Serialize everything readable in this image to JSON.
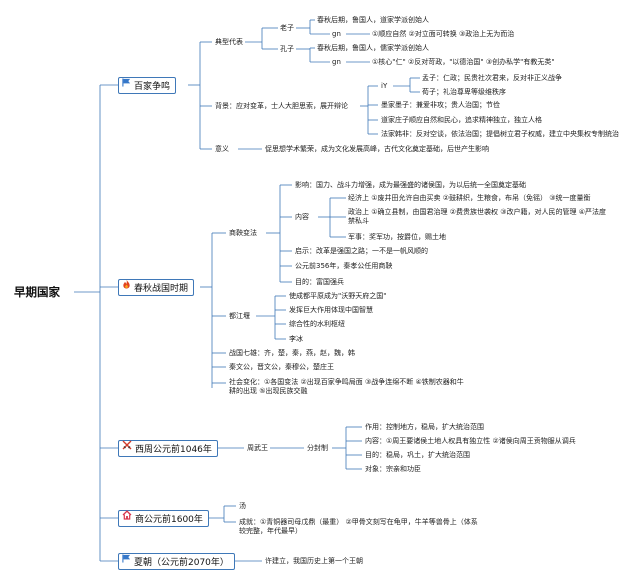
{
  "root": "早期国家",
  "colors": {
    "line": "#3f78b8",
    "flag": "#3577c9",
    "fire": "#e2421e",
    "sword": "#d23c2c",
    "house": "#d8364d"
  },
  "bai": {
    "title": "百家争鸣",
    "icon": "flag-icon",
    "rep": "典型代表",
    "laozi": "老子",
    "laozi_a": "春秋后期，鲁国人，道家学派创始人",
    "gn": "gn",
    "laozi_b": "①顺应自然 ②对立面可转换 ③政治上无为而治",
    "kongzi": "孔子",
    "kongzi_a": "春秋后期，鲁国人，儒家学派创始人",
    "kongzi_b": "①核心\"仁\" ②反对苛政，\"以德治国\" ③创办私学\"有教无类\"",
    "bg": "背景：应对变革，士人大胆思索，展开辩论",
    "iy": "iY",
    "mengzi": "孟子：仁政；民贵社次君来，反对非正义战争",
    "xunzi": "荀子；礼治尊卑等级维秩序",
    "mojia": "墨家墨子：兼爱非攻；贵人治国；节俭",
    "daojia": "道家庄子顺应自然和民心，追求精神独立，独立人格",
    "fajia": "法家韩非：反对空谈，依法治国；提倡树立君子权威，建立中央集权专制统治",
    "yiyi": "意义",
    "yiyi_t": "促思想学术繁荣，成为文化发展高峰，古代文化奠定基础，后世产生影响"
  },
  "chunqiu": {
    "title": "春秋战国时期",
    "icon": "fire-icon",
    "shang": "商鞅变法",
    "yingxiang": "影响：国力、战斗力增强，成为最强盛的诸侯国，为以后统一全国奠定基础",
    "neirong": "内容",
    "jingji": "经济上 ①废井田允许自由买卖 ②鼓耕织，生粮食，布帛（免徭） ③统一度量衡",
    "zhengzhi": "政治上 ①确立县制，由国君治理 ②费贵族世袭权 ③改户籍，对人民的管理 ④严法度禁私斗",
    "junshi": "军事：奖军功，按爵位，赐土地",
    "qishi": "启示：改革是强国之路；一不是一帆风顺的",
    "nian": "公元前356年，秦孝公任用商鞅",
    "mudi": "目的：富国强兵",
    "dujiang": "都江堰",
    "dj1": "使成都平原成为\"沃野天府之国\"",
    "dj2": "发挥巨大作用体现中国智慧",
    "dj3": "综合性的水利枢纽",
    "dj4": "李冰",
    "qixiong": "战国七雄：齐，楚，秦，燕，赵，魏，韩",
    "wuba": "秦文公，晋文公，秦穆公，楚庄王",
    "shehui": "社会变化：①各国变法 ②出现百家争鸣局面 ③战争连绵不断 ④铁制农器和牛耕的出现 ⑤出现民族交融"
  },
  "xizhou": {
    "title": "西周公元前1046年",
    "icon": "crossed-swords-icon",
    "wuwang": "周武王",
    "fenfeng": "分封制",
    "zuoyong": "作用：控制地方，稳局，扩大统治范围",
    "nr": "内容：①周王要诸侯土地人权具有独立性 ②诸侯向周王贡物服从调兵",
    "md": "目的：稳局，巩土，扩大统治范围",
    "dx": "对象：宗亲和功臣"
  },
  "shang": {
    "title": "商公元前1600年",
    "icon": "house-icon",
    "tang": "汤",
    "chengjiu": "成就：①青铜器司母戊鼎（最重） ②甲骨文刻写在龟甲，牛羊等兽骨上（体系较完整，年代最早）"
  },
  "xia": {
    "title": "夏朝（公元前2070年）",
    "icon": "flag-icon",
    "t": "许建立，我国历史上第一个王朝"
  }
}
